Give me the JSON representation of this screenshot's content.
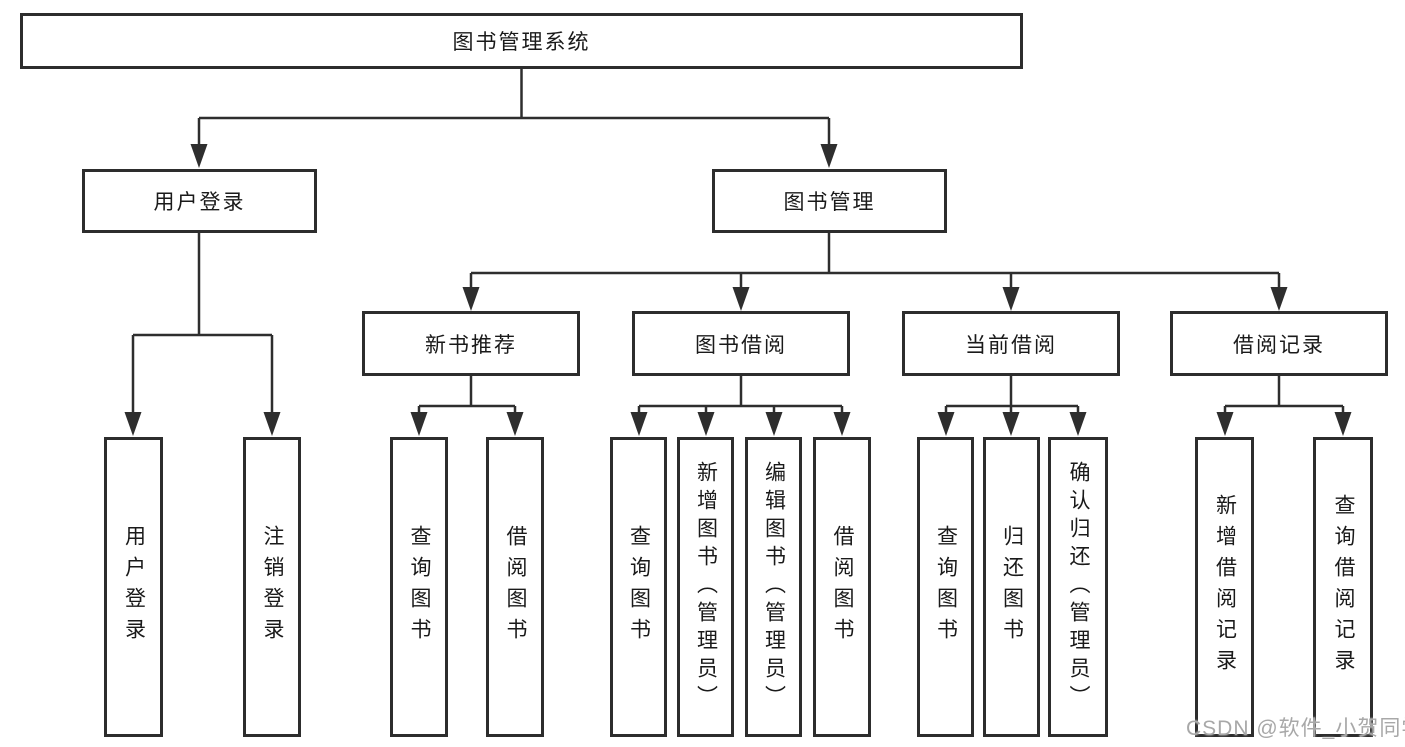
{
  "tree": {
    "label": "图书管理系统",
    "children": [
      {
        "label": "用户登录",
        "children": [
          {
            "label": "用户登录"
          },
          {
            "label": "注销登录"
          }
        ]
      },
      {
        "label": "图书管理",
        "children": [
          {
            "label": "新书推荐",
            "children": [
              {
                "label": "查询图书"
              },
              {
                "label": "借阅图书"
              }
            ]
          },
          {
            "label": "图书借阅",
            "children": [
              {
                "label": "查询图书"
              },
              {
                "label": "新增图书（管理员）"
              },
              {
                "label": "编辑图书（管理员）"
              },
              {
                "label": "借阅图书"
              }
            ]
          },
          {
            "label": "当前借阅",
            "children": [
              {
                "label": "查询图书"
              },
              {
                "label": "归还图书"
              },
              {
                "label": "确认归还（管理员）"
              }
            ]
          },
          {
            "label": "借阅记录",
            "children": [
              {
                "label": "新增借阅记录"
              },
              {
                "label": "查询借阅记录"
              }
            ]
          }
        ]
      }
    ]
  },
  "watermark": {
    "text": "CSDN @软件_小贺同学"
  },
  "colors": {
    "background": "#ffffff",
    "line": "#2e2e2e",
    "box_border": "#2d2d2d",
    "box_fill": "#ffffff",
    "text": "#1a1a1a",
    "watermark": "#a8a8a8"
  }
}
